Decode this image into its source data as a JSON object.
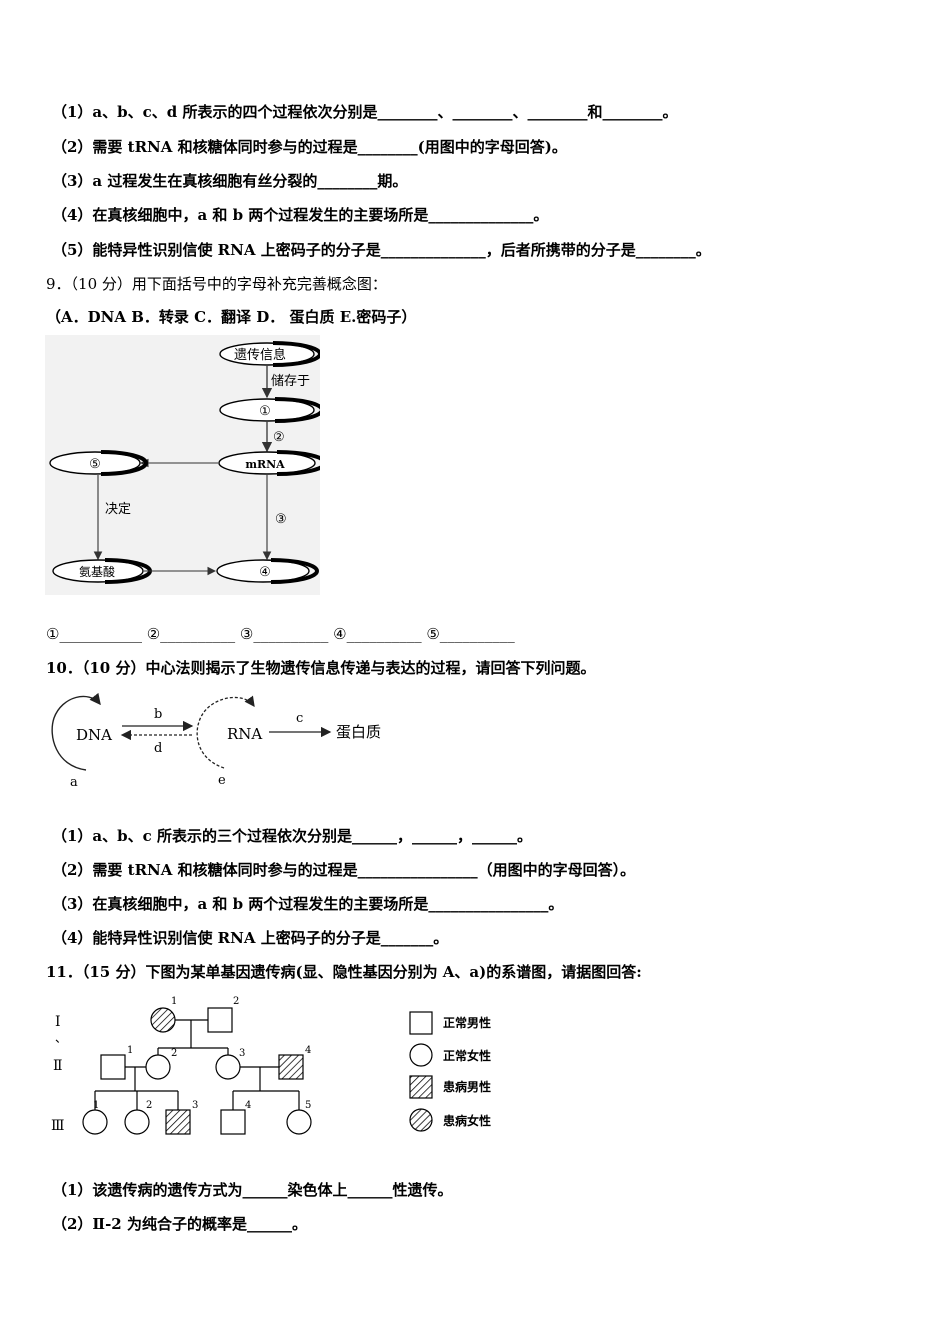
{
  "q8": {
    "s1": "（1）a、b、c、d 所表示的四个过程依次分别是________、________、________和________。",
    "s2": "（2）需要 tRNA 和核糖体同时参与的过程是________(用图中的字母回答)。",
    "s3": "（3）a 过程发生在真核细胞有丝分裂的________期。",
    "s4": "（4）在真核细胞中，a 和 b 两个过程发生的主要场所是______________。",
    "s5": "（5）能特异性识别信使 RNA 上密码子的分子是______________，后者所携带的分子是________。"
  },
  "q9": {
    "stem": "9．（10 分）用下面括号中的字母补充完善概念图：",
    "options": "（A．DNA  B．转录  C．翻译  D．  蛋白质  E.密码子）",
    "diagram": {
      "top": "遗传信息",
      "store": "储存于",
      "n1": "①",
      "n2": "②",
      "mrna": "mRNA",
      "n5": "⑤",
      "decide": "决定",
      "n3": "③",
      "amino": "氨基酸",
      "n4": "④"
    },
    "answers": "①___________  ②__________  ③__________  ④__________  ⑤__________"
  },
  "q10": {
    "stem": "10．（10 分）中心法则揭示了生物遗传信息传递与表达的过程，请回答下列问题。",
    "diagram": {
      "dna": "DNA",
      "rna": "RNA",
      "protein": "蛋白质",
      "a": "a",
      "b": "b",
      "c": "c",
      "d": "d",
      "e": "e"
    },
    "s1": "（1）a、b、c 所表示的三个过程依次分别是______，______，______。",
    "s2": "（2）需要 tRNA 和核糖体同时参与的过程是________________（用图中的字母回答）。",
    "s3": "（3）在真核细胞中，a 和 b 两个过程发生的主要场所是________________。",
    "s4": "（4）能特异性识别信使 RNA 上密码子的分子是_______。"
  },
  "q11": {
    "stem": "11．（15 分）下图为某单基因遗传病(显、隐性基因分别为 A、a)的系谱图，请据图回答:",
    "pedigree": {
      "gen1": "Ⅰ",
      "gen2": "Ⅱ",
      "gen3": "Ⅲ",
      "mark": "、",
      "i1": "1",
      "i2": "2",
      "ii1": "1",
      "ii2": "2",
      "ii3": "3",
      "ii4": "4",
      "iii1": "1",
      "iii2": "2",
      "iii3": "3",
      "iii4": "4",
      "iii5": "5"
    },
    "legend": {
      "normal_male": "正常男性",
      "normal_female": "正常女性",
      "affected_male": "患病男性",
      "affected_female": "患病女性"
    },
    "s1": "（1）该遗传病的遗传方式为______染色体上______性遗传。",
    "s2": "（2）Ⅱ-2 为纯合子的概率是______。"
  }
}
